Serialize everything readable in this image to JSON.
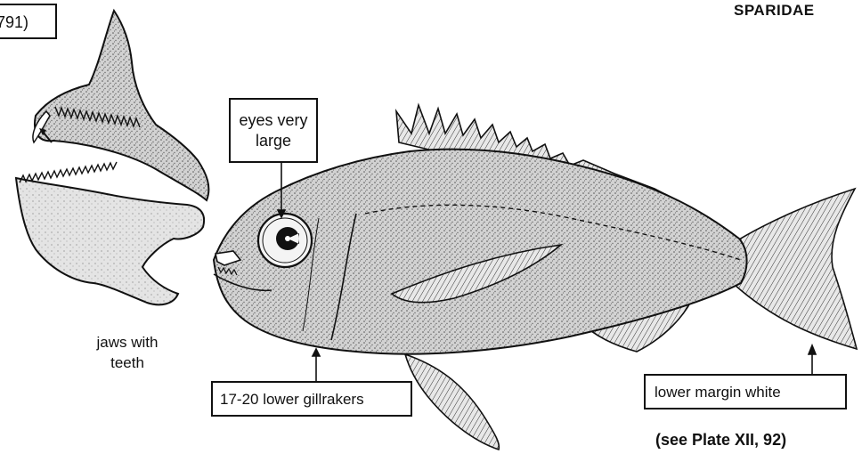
{
  "header": {
    "ref_box": "791)",
    "family": "SPARIDAE"
  },
  "labels": {
    "eyes": "eyes very\nlarge",
    "jaws": "jaws with\nteeth",
    "gillrakers": "17-20 lower gillrakers",
    "lower_margin": "lower margin white",
    "plate_ref": "(see Plate XII, 92)"
  },
  "colors": {
    "ink": "#111111",
    "body_fill": "#c9c9c9",
    "background": "#ffffff"
  }
}
